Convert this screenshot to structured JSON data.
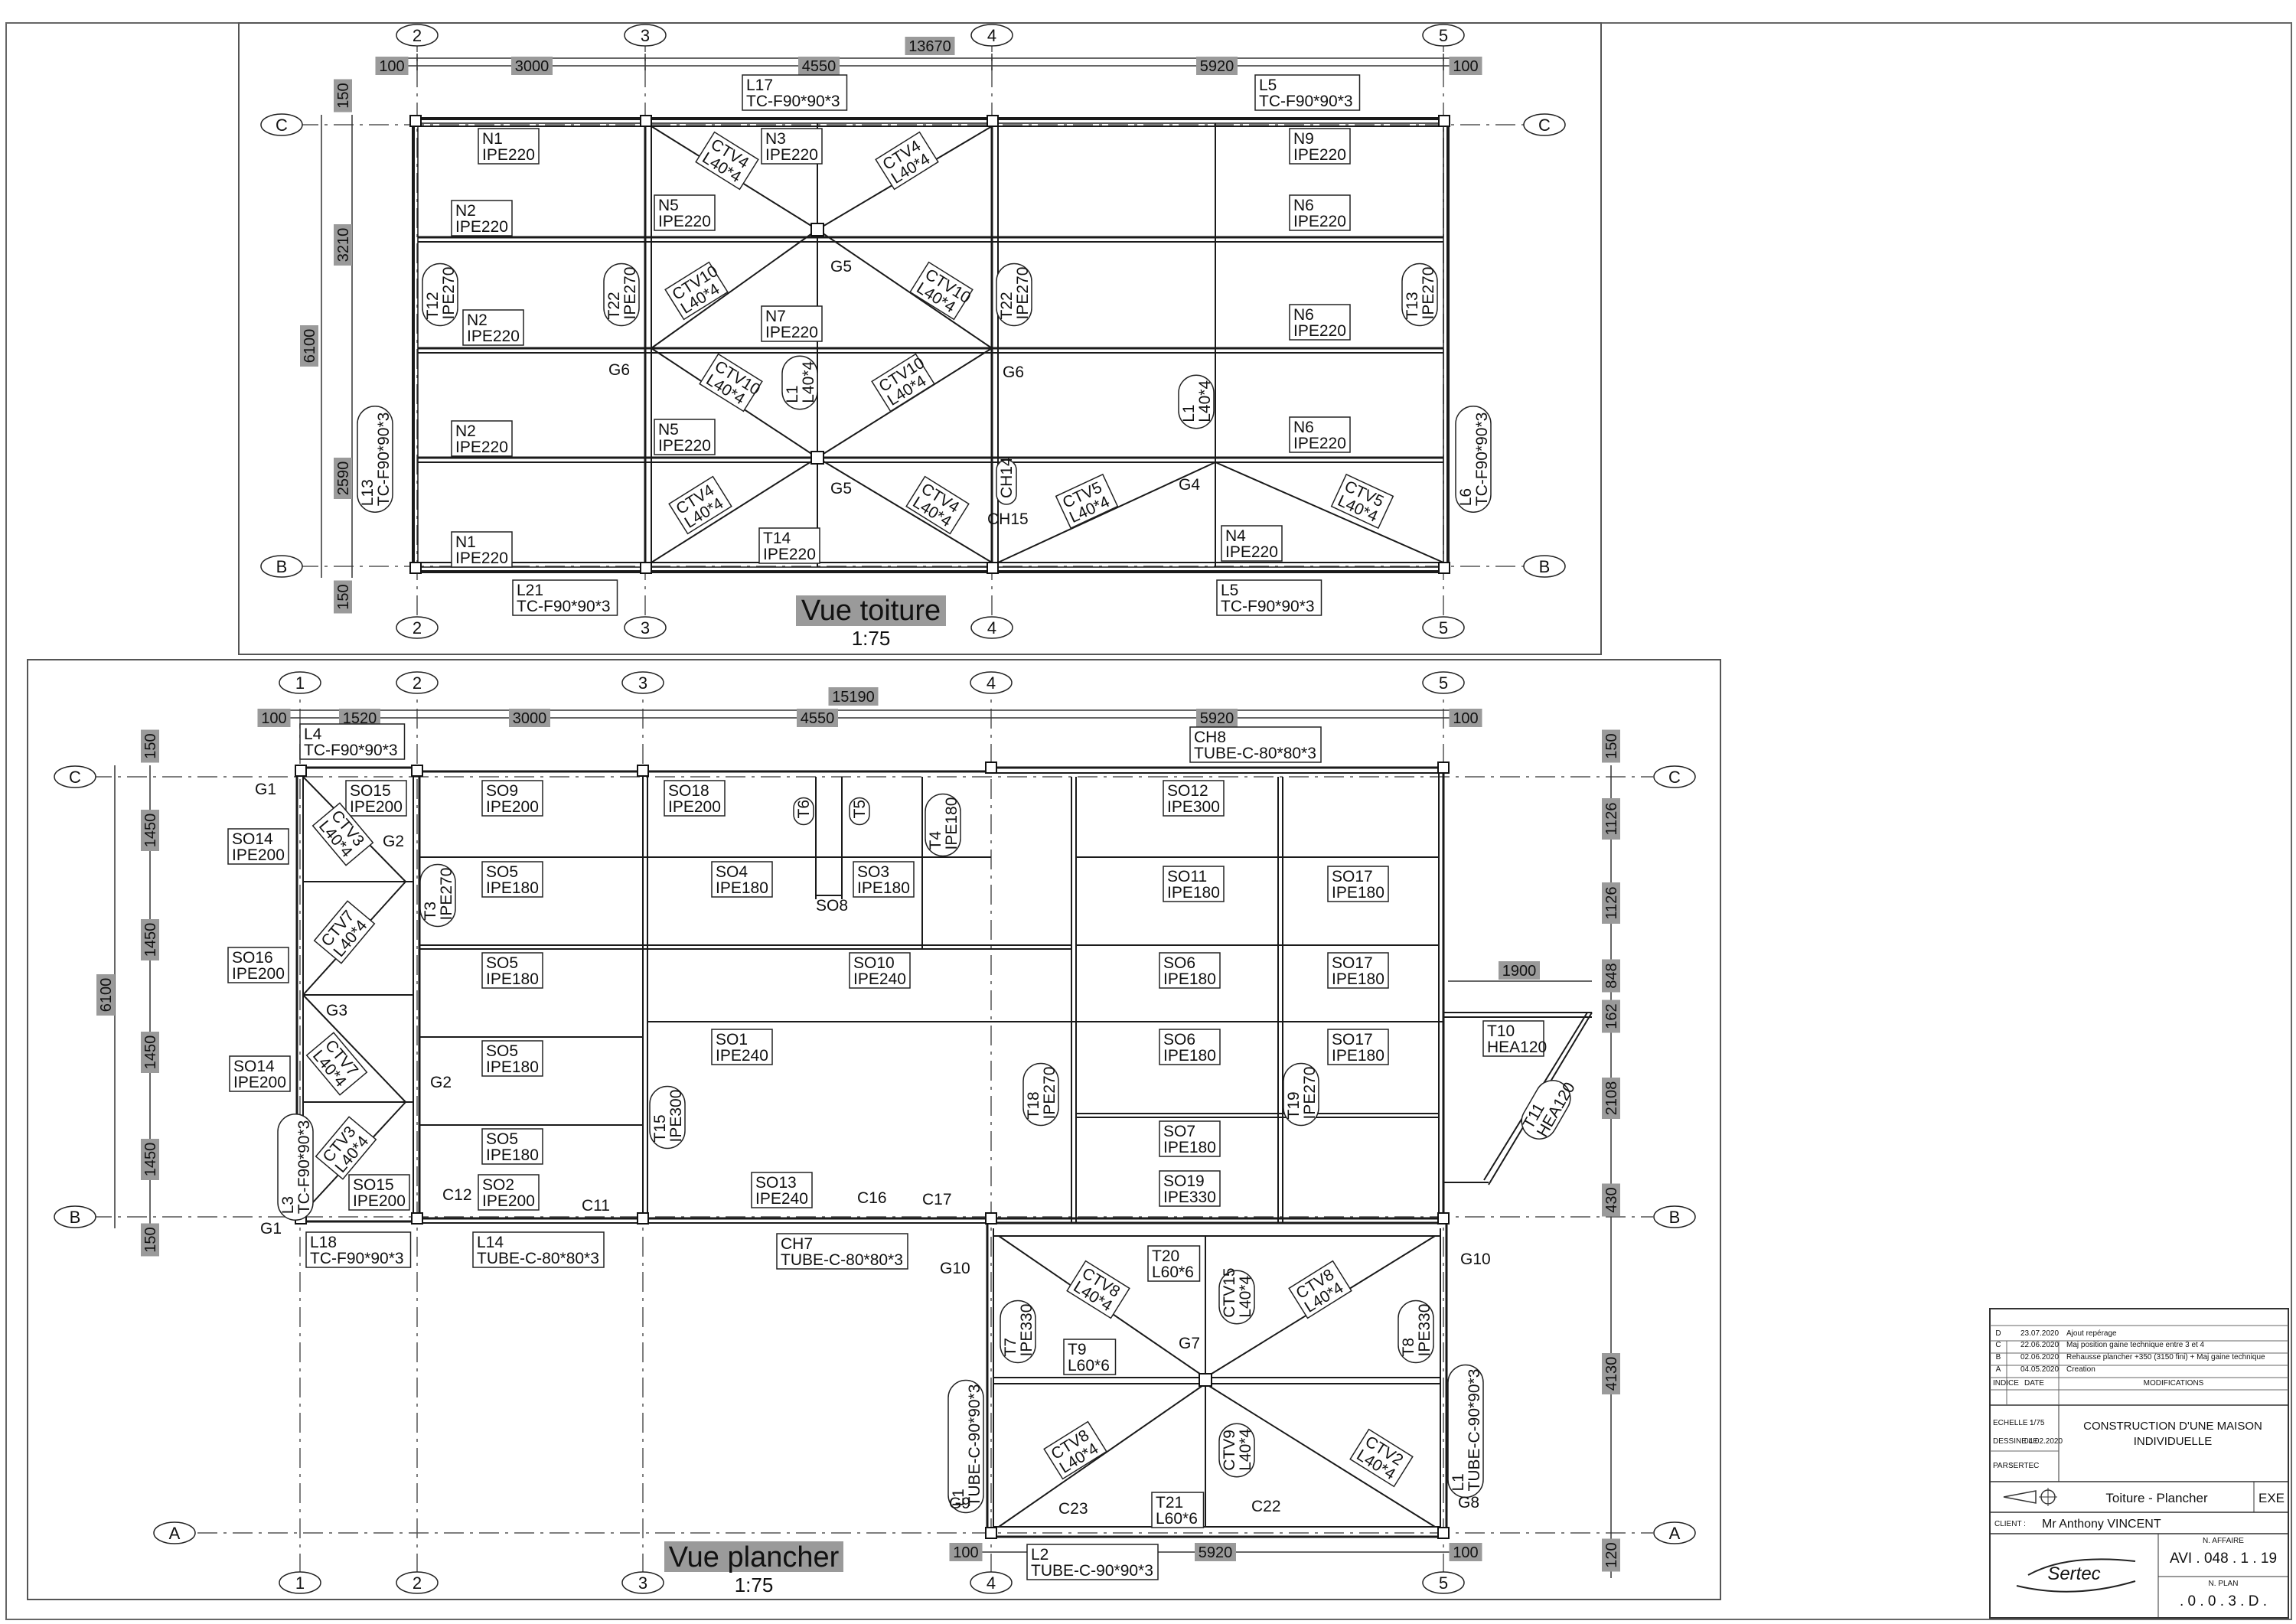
{
  "views": {
    "roof": {
      "title": "Vue toiture",
      "scale": "1:75",
      "total_dim": "13670",
      "dims_top": [
        "100",
        "3000",
        "4550",
        "5920",
        "100"
      ],
      "dims_left": [
        "150",
        "3210",
        "6100",
        "2590",
        "150"
      ]
    },
    "floor": {
      "title": "Vue plancher",
      "scale": "1:75",
      "total_dim": "15190",
      "dims_top": [
        "100",
        "1520",
        "3000",
        "4550",
        "5920",
        "100"
      ],
      "dims_left": [
        "150",
        "1450",
        "1450",
        "6100",
        "1450",
        "1450",
        "150"
      ],
      "dims_right": [
        "150",
        "1126",
        "1126",
        "848",
        "162",
        "2108",
        "430",
        "4130",
        "120"
      ],
      "dims_bottom": [
        "100",
        "5920",
        "100"
      ],
      "dim_1900": "1900"
    }
  },
  "grid_labels": {
    "numbers": [
      "1",
      "2",
      "3",
      "4",
      "5"
    ],
    "letters": [
      "A",
      "B",
      "C"
    ]
  },
  "roof_tags": [
    {
      "name": "L17",
      "profile": "TC-F90*90*3"
    },
    {
      "name": "L5",
      "profile": "TC-F90*90*3"
    },
    {
      "name": "N1",
      "profile": "IPE220"
    },
    {
      "name": "N3",
      "profile": "IPE220"
    },
    {
      "name": "N9",
      "profile": "IPE220"
    },
    {
      "name": "N2",
      "profile": "IPE220"
    },
    {
      "name": "N5",
      "profile": "IPE220"
    },
    {
      "name": "N6",
      "profile": "IPE220"
    },
    {
      "name": "N2",
      "profile": "IPE220"
    },
    {
      "name": "N7",
      "profile": "IPE220"
    },
    {
      "name": "N6",
      "profile": "IPE220"
    },
    {
      "name": "N2",
      "profile": "IPE220"
    },
    {
      "name": "N5",
      "profile": "IPE220"
    },
    {
      "name": "N6",
      "profile": "IPE220"
    },
    {
      "name": "N1",
      "profile": "IPE220"
    },
    {
      "name": "T14",
      "profile": "IPE220"
    },
    {
      "name": "N4",
      "profile": "IPE220"
    },
    {
      "name": "L21",
      "profile": "TC-F90*90*3"
    },
    {
      "name": "L5",
      "profile": "TC-F90*90*3"
    }
  ],
  "roof_vertical_tags": [
    {
      "name": "T12",
      "profile": "IPE270"
    },
    {
      "name": "T22",
      "profile": "IPE270"
    },
    {
      "name": "T22",
      "profile": "IPE270"
    },
    {
      "name": "T13",
      "profile": "IPE270"
    },
    {
      "name": "L1",
      "profile": "L40*4"
    },
    {
      "name": "L1",
      "profile": "L40*4"
    },
    {
      "name": "L13",
      "profile": "TC-F90*90*3"
    },
    {
      "name": "L6",
      "profile": "TC-F90*90*3"
    },
    {
      "name": "CH14",
      "profile": ""
    }
  ],
  "roof_bracing": [
    {
      "name": "CTV4",
      "profile": "L40*4"
    },
    {
      "name": "CTV4",
      "profile": "L40*4"
    },
    {
      "name": "CTV10",
      "profile": "L40*4"
    },
    {
      "name": "CTV10",
      "profile": "L40*4"
    },
    {
      "name": "CTV10",
      "profile": "L40*4"
    },
    {
      "name": "CTV10",
      "profile": "L40*4"
    },
    {
      "name": "CTV4",
      "profile": "L40*4"
    },
    {
      "name": "CTV4",
      "profile": "L40*4"
    },
    {
      "name": "CTV5",
      "profile": "L40*4"
    },
    {
      "name": "CTV5",
      "profile": "L40*4"
    }
  ],
  "roof_nodes": [
    "G5",
    "G6",
    "G6",
    "G5",
    "G4",
    "CH15"
  ],
  "floor_tags": [
    {
      "name": "L4",
      "profile": "TC-F90*90*3"
    },
    {
      "name": "CH8",
      "profile": "TUBE-C-80*80*3"
    },
    {
      "name": "SO15",
      "profile": "IPE200"
    },
    {
      "name": "SO9",
      "profile": "IPE200"
    },
    {
      "name": "SO18",
      "profile": "IPE200"
    },
    {
      "name": "SO12",
      "profile": "IPE300"
    },
    {
      "name": "SO14",
      "profile": "IPE200"
    },
    {
      "name": "SO5",
      "profile": "IPE180"
    },
    {
      "name": "SO4",
      "profile": "IPE180"
    },
    {
      "name": "SO3",
      "profile": "IPE180"
    },
    {
      "name": "SO11",
      "profile": "IPE180"
    },
    {
      "name": "SO17",
      "profile": "IPE180"
    },
    {
      "name": "SO16",
      "profile": "IPE200"
    },
    {
      "name": "SO5",
      "profile": "IPE180"
    },
    {
      "name": "SO10",
      "profile": "IPE240"
    },
    {
      "name": "SO6",
      "profile": "IPE180"
    },
    {
      "name": "SO17",
      "profile": "IPE180"
    },
    {
      "name": "T10",
      "profile": "HEA120"
    },
    {
      "name": "SO14",
      "profile": "IPE200"
    },
    {
      "name": "SO5",
      "profile": "IPE180"
    },
    {
      "name": "SO1",
      "profile": "IPE240"
    },
    {
      "name": "SO6",
      "profile": "IPE180"
    },
    {
      "name": "SO17",
      "profile": "IPE180"
    },
    {
      "name": "SO5",
      "profile": "IPE180"
    },
    {
      "name": "SO7",
      "profile": "IPE180"
    },
    {
      "name": "SO15",
      "profile": "IPE200"
    },
    {
      "name": "SO2",
      "profile": "IPE200"
    },
    {
      "name": "SO13",
      "profile": "IPE240"
    },
    {
      "name": "SO19",
      "profile": "IPE330"
    },
    {
      "name": "L18",
      "profile": "TC-F90*90*3"
    },
    {
      "name": "L14",
      "profile": "TUBE-C-80*80*3"
    },
    {
      "name": "CH7",
      "profile": "TUBE-C-80*80*3"
    },
    {
      "name": "T20",
      "profile": "L60*6"
    },
    {
      "name": "T9",
      "profile": "L60*6"
    },
    {
      "name": "T21",
      "profile": "L60*6"
    },
    {
      "name": "L2",
      "profile": "TUBE-C-90*90*3"
    }
  ],
  "floor_vertical_tags": [
    {
      "name": "T6",
      "profile": ""
    },
    {
      "name": "T5",
      "profile": ""
    },
    {
      "name": "T4",
      "profile": "IPE180"
    },
    {
      "name": "T3",
      "profile": "IPE270"
    },
    {
      "name": "T15",
      "profile": "IPE300"
    },
    {
      "name": "T18",
      "profile": "IPE270"
    },
    {
      "name": "T19",
      "profile": "IPE270"
    },
    {
      "name": "T11",
      "profile": "HEA120"
    },
    {
      "name": "L3",
      "profile": "TC-F90*90*3"
    },
    {
      "name": "T7",
      "profile": "IPE330"
    },
    {
      "name": "T8",
      "profile": "IPE330"
    },
    {
      "name": "CTV15",
      "profile": "L40*4"
    },
    {
      "name": "CTV9",
      "profile": "L40*4"
    },
    {
      "name": "L1",
      "profile": "TUBE-C-90*90*3"
    },
    {
      "name": "L1",
      "profile": "TUBE-C-90*90*3"
    }
  ],
  "floor_bracing": [
    {
      "name": "CTV3",
      "profile": "L40*4"
    },
    {
      "name": "CTV7",
      "profile": "L40*4"
    },
    {
      "name": "CTV7",
      "profile": "L40*4"
    },
    {
      "name": "CTV3",
      "profile": "L40*4"
    },
    {
      "name": "CTV8",
      "profile": "L40*4"
    },
    {
      "name": "CTV8",
      "profile": "L40*4"
    },
    {
      "name": "CTV8",
      "profile": "L40*4"
    },
    {
      "name": "CTV2",
      "profile": "L40*4"
    }
  ],
  "floor_nodes": [
    "G1",
    "G2",
    "G3",
    "G2",
    "G1",
    "SO8",
    "C12",
    "C11",
    "C16",
    "C17",
    "G10",
    "G10",
    "G7",
    "G9",
    "C23",
    "C22",
    "G8"
  ],
  "title_block": {
    "revisions": [
      {
        "index": "D",
        "date": "23.07.2020",
        "text": "Ajout repérage"
      },
      {
        "index": "C",
        "date": "22.06.2020",
        "text": "Maj position gaine technique entre 3 et 4"
      },
      {
        "index": "B",
        "date": "02.06.2020",
        "text": "Rehausse plancher +350 (3150 fini) + Maj gaine technique"
      },
      {
        "index": "A",
        "date": "04.05.2020",
        "text": "Creation"
      }
    ],
    "rev_headers": {
      "index": "INDICE",
      "date": "DATE",
      "modifications": "MODIFICATIONS"
    },
    "scale_label": "ECHELLE :",
    "scale_value": "1/75",
    "drawn_label": "DESSINE LE",
    "drawn_value": "04.02.2020",
    "by_label": "PAR :",
    "by_value": "SERTEC",
    "project": "CONSTRUCTION D'UNE MAISON INDIVIDUELLE",
    "sheet_title": "Toiture - Plancher",
    "phase": "EXE",
    "client_label": "CLIENT :",
    "client": "Mr Anthony VINCENT",
    "affaire_label": "N. AFFAIRE",
    "affaire": "AVI . 048 . 1 . 19",
    "plan_label": "N. PLAN",
    "plan": ". 0 . 0 . 3 . D .",
    "company": "Sertec"
  }
}
